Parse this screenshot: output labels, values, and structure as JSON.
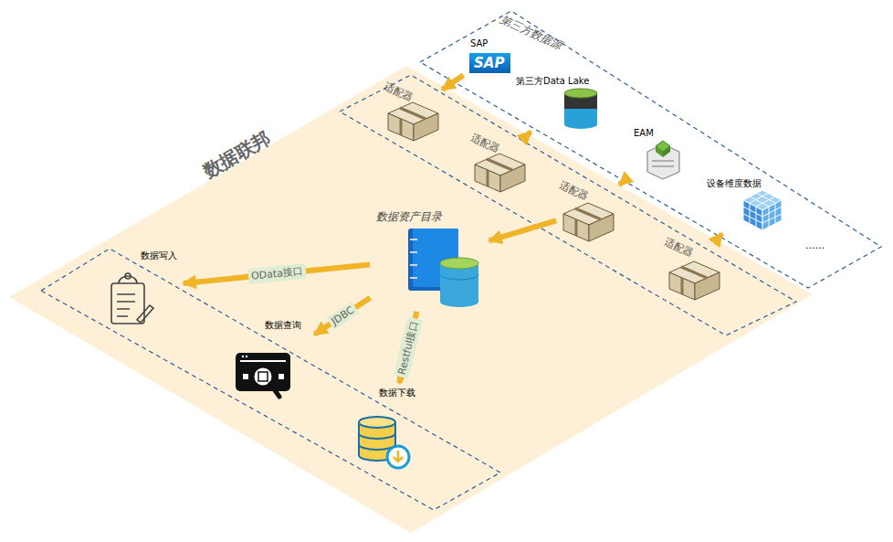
{
  "diagram": {
    "title": "数据联邦",
    "nodes": [
      {
        "text": [
          "第三方数据源"
        ]
      },
      {
        "text": [
          "SAP",
          "SAP"
        ],
        "in": 0
      },
      {
        "text": [
          "第三方Data Lake"
        ],
        "in": 0
      },
      {
        "text": [
          "EAM"
        ],
        "in": 0
      },
      {
        "text": [
          "设备维度数据"
        ],
        "in": 0
      },
      {
        "text": [
          "适配器"
        ]
      },
      {
        "text": [
          "适配器"
        ]
      },
      {
        "text": [
          "适配器"
        ]
      },
      {
        "text": [
          "适配器"
        ]
      },
      {
        "text": [
          "数据资产目录"
        ]
      },
      {
        "text": [
          "数据写入"
        ]
      },
      {
        "text": [
          "数据查询"
        ]
      },
      {
        "text": [
          "数据下载"
        ]
      }
    ],
    "edges": [
      {
        "from": 1,
        "to": 5,
        "arrow": "to"
      },
      {
        "from": 2,
        "to": 6,
        "arrow": "to"
      },
      {
        "from": 3,
        "to": 7,
        "arrow": "to"
      },
      {
        "from": 4,
        "to": 8,
        "arrow": "to"
      },
      {
        "from": 7,
        "to": 9,
        "arrow": "to"
      },
      {
        "from": 9,
        "to": 10,
        "label": "OData接口",
        "arrow": "to"
      },
      {
        "from": 9,
        "to": 11,
        "label": "JDBC",
        "arrow": "to"
      },
      {
        "from": 9,
        "to": 12,
        "label": "Restful接口",
        "arrow": "to"
      }
    ],
    "labels": [
      "......"
    ]
  }
}
